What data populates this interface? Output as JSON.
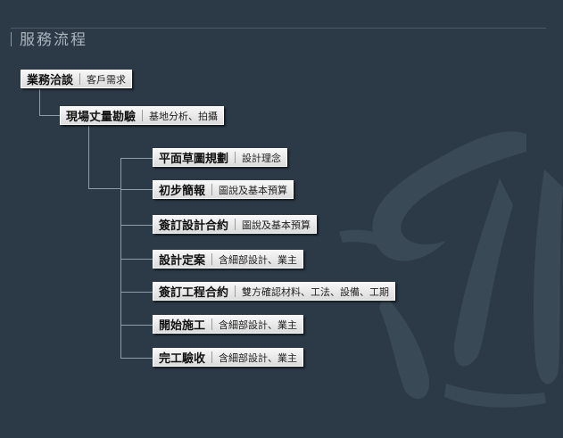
{
  "title": "服務流程",
  "nodes": [
    {
      "main": "業務洽談",
      "sub": "客戶需求"
    },
    {
      "main": "現場丈量勘驗",
      "sub": "基地分析、拍攝"
    },
    {
      "main": "平面草圖規劃",
      "sub": "設計理念"
    },
    {
      "main": "初步簡報",
      "sub": "圖說及基本預算"
    },
    {
      "main": "簽訂設計合約",
      "sub": "圖說及基本預算"
    },
    {
      "main": "設計定案",
      "sub": "含細部設計、業主"
    },
    {
      "main": "簽訂工程合約",
      "sub": "雙方確認材料、工法、設備、工期"
    },
    {
      "main": "開始施工",
      "sub": "含細部設計、業主"
    },
    {
      "main": "完工驗收",
      "sub": "含細部設計、業主"
    }
  ],
  "colors": {
    "background": "#2c3a47",
    "connector": "#8f9ba6",
    "node": "#e8e8e8"
  }
}
